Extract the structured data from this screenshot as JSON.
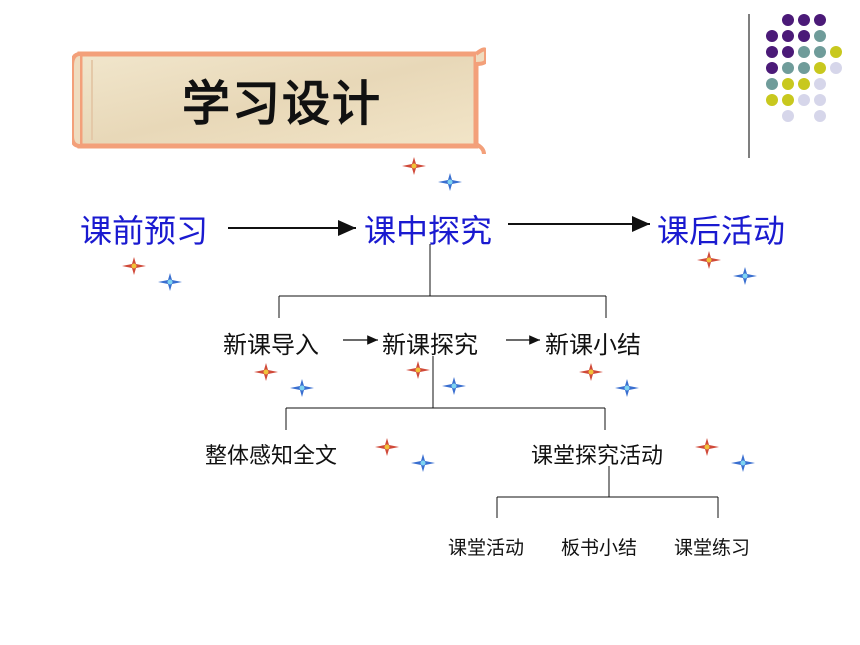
{
  "title": "学习设计",
  "stages": [
    "课前预习",
    "课中探究",
    "课后活动"
  ],
  "sub_stages": [
    "新课导入",
    "新课探究",
    "新课小结"
  ],
  "activities": [
    "整体感知全文",
    "课堂探究活动"
  ],
  "tasks": [
    "课堂活动",
    "板书小结",
    "课堂练习"
  ],
  "colors": {
    "stage_text": "#1a1ad0",
    "dot_purple": "#4b1a78",
    "dot_teal": "#6f9c9a",
    "dot_yellow": "#c8c81e",
    "dot_lavender": "#d6d6ea",
    "scroll_border": "#f3a07a",
    "scroll_fill": "#efe2c7"
  }
}
